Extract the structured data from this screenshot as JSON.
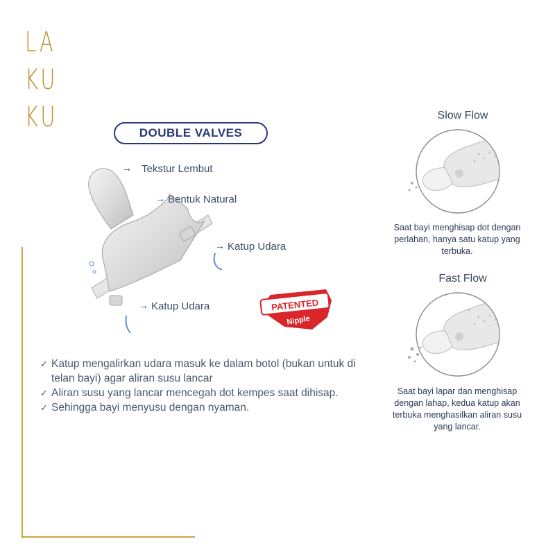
{
  "brand": {
    "logo_rows": [
      "LA",
      "KU",
      "KU"
    ],
    "accent": "#b8912f"
  },
  "diagram": {
    "title": "DOUBLE VALVES",
    "callouts": {
      "tekstur": "Tekstur Lembut",
      "bentuk": "Bentuk Natural",
      "katup_right": "Katup Udara",
      "katup_left": "Katup Udara"
    },
    "badge": {
      "line1": "PATENTED",
      "line2": "Nipple",
      "color": "#d8262b"
    }
  },
  "features": [
    "Katup mengalirkan udara masuk ke dalam botol (bukan untuk di telan bayi) agar aliran susu lancar",
    "Aliran susu yang lancar mencegah dot kempes saat dihisap.",
    "Sehingga bayi menyusu dengan nyaman."
  ],
  "slow_flow": {
    "heading": "Slow Flow",
    "description": "Saat bayi menghisap dot dengan perlahan, hanya satu katup yang terbuka."
  },
  "fast_flow": {
    "heading": "Fast Flow",
    "description": "Saat bayi lapar dan menghisap dengan lahap, kedua katup akan terbuka menghasilkan aliran susu yang lancar."
  },
  "colors": {
    "navy": "#2a3575",
    "text": "#4a5870",
    "gold_line": "#c9a340"
  }
}
